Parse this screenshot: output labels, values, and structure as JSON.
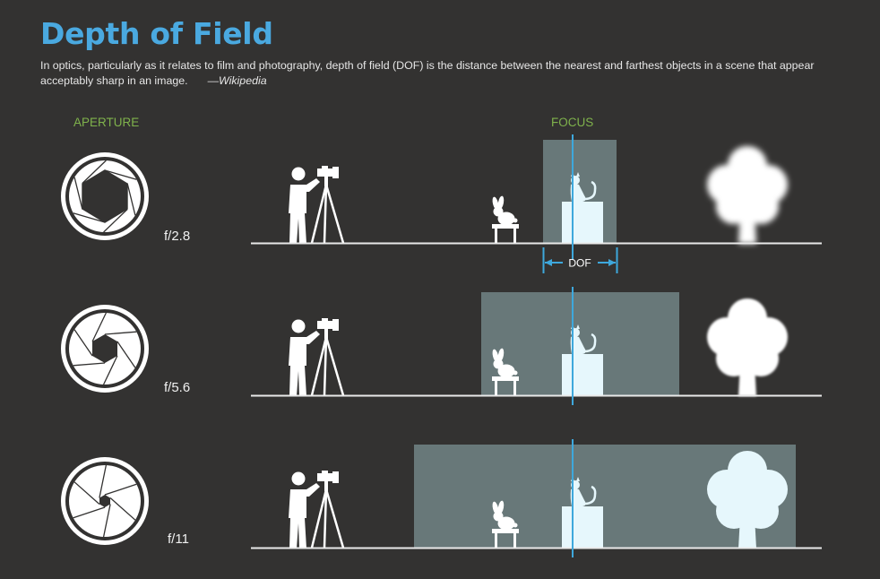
{
  "title": "Depth of Field",
  "description": {
    "text": "In optics, particularly as it relates to film and photography, depth of field (DOF) is the distance between the nearest and farthest objects in a scene that appear acceptably sharp in an image.",
    "source": "—Wikipedia"
  },
  "headers": {
    "aperture": "APERTURE",
    "focus": "FOCUS"
  },
  "dof_label": "DOF",
  "rows": [
    {
      "fstop": "f/2.8"
    },
    {
      "fstop": "f/5.6"
    },
    {
      "fstop": "f/11"
    }
  ],
  "colors": {
    "background": "#333231",
    "title": "#4aa9e0",
    "header": "#7fb24c",
    "focus_line": "#3ea8dc",
    "dof_zone": "#687879",
    "in_focus_object": "#e6f7fc",
    "figure": "#ffffff"
  }
}
